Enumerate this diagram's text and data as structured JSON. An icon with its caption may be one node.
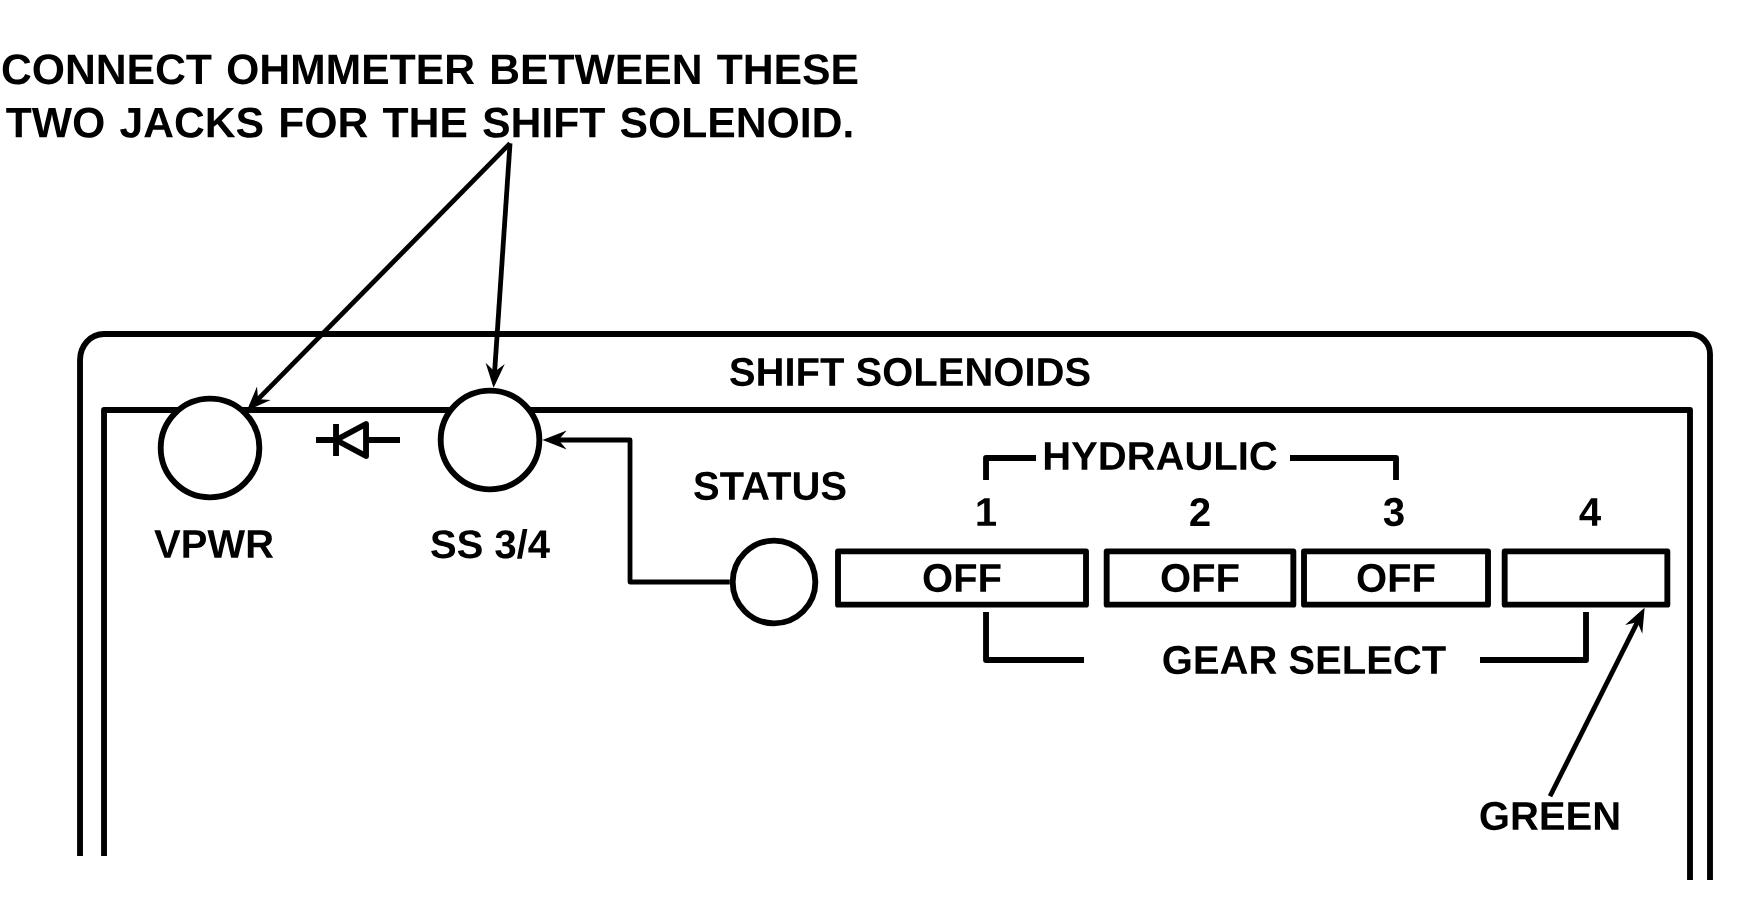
{
  "diagram": {
    "nodes": [
      {
        "text": [
          "CONNECT OHMMETER BETWEEN THESE TWO JACKS FOR THE SHIFT SOLENOID."
        ]
      },
      {
        "text": [],
        "shape": "circle",
        "beside": [
          "VPWR"
        ]
      },
      {
        "text": [],
        "shape": "circle",
        "beside": [
          "SS 3/4"
        ]
      },
      {
        "text": [],
        "shape": "circle",
        "beside": [
          "STATUS"
        ]
      },
      {
        "text": [
          "OFF"
        ],
        "beside": [
          "1"
        ]
      },
      {
        "text": [
          "OFF"
        ],
        "beside": [
          "2"
        ]
      },
      {
        "text": [
          "OFF"
        ],
        "beside": [
          "3"
        ]
      },
      {
        "text": [],
        "shape": "box",
        "beside": [
          "4"
        ]
      },
      {
        "text": [
          "GREEN"
        ]
      }
    ],
    "edges": [
      {
        "from": 0,
        "to": 1,
        "arrow": "to"
      },
      {
        "from": 0,
        "to": 2,
        "arrow": "to"
      },
      {
        "from": 3,
        "to": 2,
        "arrow": "to"
      },
      {
        "from": 8,
        "to": 7,
        "arrow": "to"
      }
    ],
    "labels": [
      "SHIFT SOLENOIDS",
      "HYDRAULIC",
      "GEAR SELECT"
    ]
  }
}
